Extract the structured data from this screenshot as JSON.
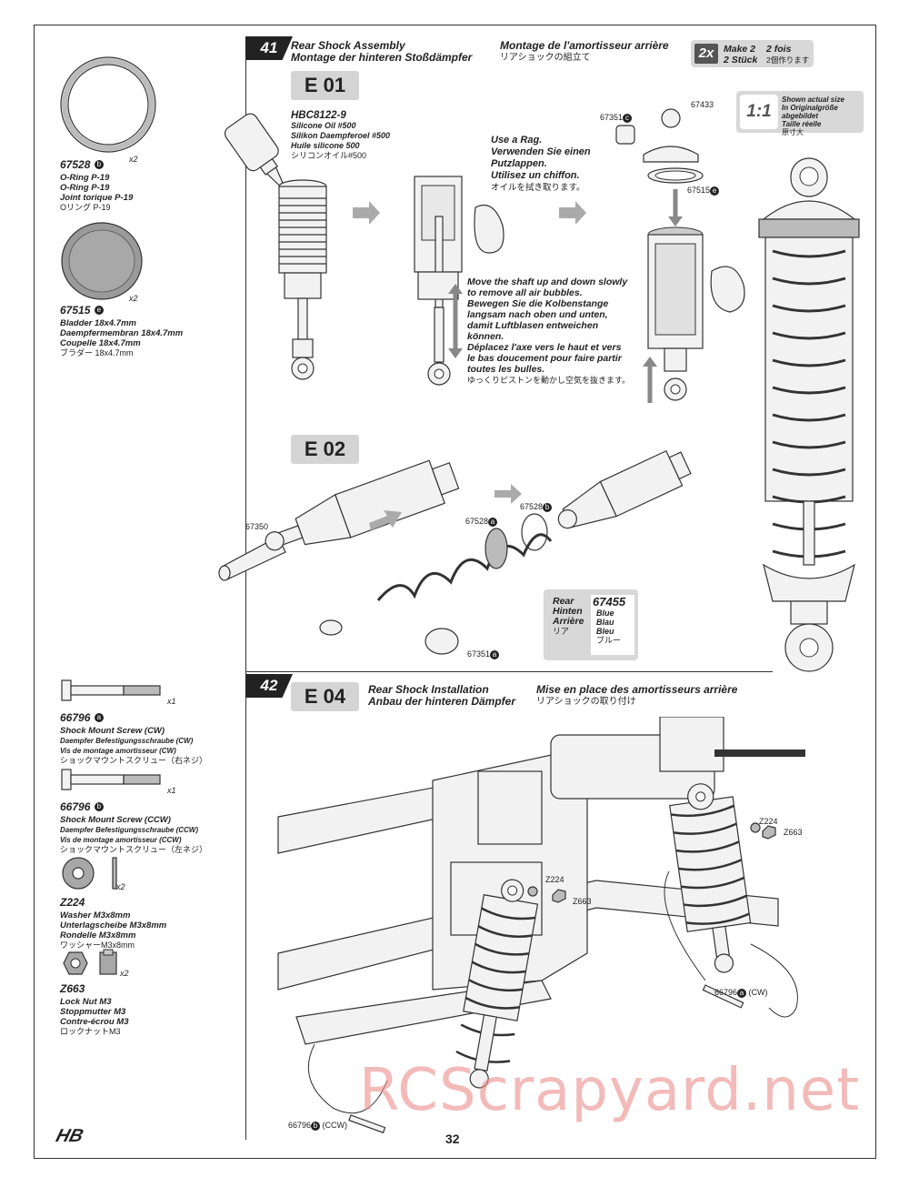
{
  "page_number": "32",
  "watermark": "RCScrapyard.net",
  "logo_text": "HB",
  "step41": {
    "number": "41",
    "title_en": "Rear Shock Assembly",
    "title_de": "Montage der hinteren Stoßdämpfer",
    "title_fr": "Montage de l'amortisseur arrière",
    "title_jp": "リアショックの組立て",
    "make_count": "2x",
    "make_en": "Make 2",
    "make_de": "2 Stück",
    "make_fr": "2 fois",
    "make_jp": "2個作ります",
    "scale_label": "1:1",
    "scale_en": "Shown actual size",
    "scale_de": "In Originalgröße abgebildet",
    "scale_fr": "Taille réelle",
    "scale_jp": "原寸大"
  },
  "e01": {
    "label": "E 01",
    "oil_part": "HBC8122-9",
    "oil_en": "Silicone Oil #500",
    "oil_de": "Silikon Daempferoel #500",
    "oil_fr": "Huile silicone 500",
    "oil_jp": "シリコンオイル#500",
    "rag_en": "Use a Rag.",
    "rag_de1": "Verwenden Sie einen",
    "rag_de2": "Putzlappen.",
    "rag_fr": "Utilisez un chiffon.",
    "rag_jp": "オイルを拭き取ります。",
    "shaft_en1": "Move the shaft up and down slowly",
    "shaft_en2": "to remove all air bubbles.",
    "shaft_de1": "Bewegen Sie die Kolbenstange",
    "shaft_de2": "langsam nach oben und unten,",
    "shaft_de3": "damit Luftblasen entweichen",
    "shaft_de4": "können.",
    "shaft_fr1": "Déplacez l'axe vers le haut et vers",
    "shaft_fr2": "le bas doucement pour faire partir",
    "shaft_fr3": "toutes les bulles.",
    "shaft_jp": "ゆっくりピストンを動かし空気を抜きます。",
    "label_67351": "67351",
    "badge_67351": "c",
    "label_67433": "67433",
    "label_67515": "67515",
    "badge_67515": "e"
  },
  "e02": {
    "label": "E 02",
    "label_67350": "67350",
    "label_67528a": "67528",
    "badge_67528a": "a",
    "label_67528b": "67528",
    "badge_67528b": "b",
    "label_67351": "67351",
    "badge_67351": "a",
    "spring_rear_en": "Rear",
    "spring_rear_de": "Hinten",
    "spring_rear_fr": "Arrière",
    "spring_rear_jp": "リア",
    "spring_part": "67455",
    "spring_color_en": "Blue",
    "spring_color_de": "Blau",
    "spring_color_fr": "Bleu",
    "spring_color_jp": "ブルー"
  },
  "step42": {
    "number": "42",
    "label": "E 04",
    "title_en": "Rear Shock Installation",
    "title_de": "Anbau der hinteren Dämpfer",
    "title_fr": "Mise en place des amortisseurs arrière",
    "title_jp": "リアショックの取り付け",
    "z224_a": "Z224",
    "z663_a": "Z663",
    "z224_b": "Z224",
    "z663_b": "Z663",
    "screw_cw": "66796",
    "screw_cw_badge": "a",
    "screw_cw_dir": "(CW)",
    "screw_ccw": "66796",
    "screw_ccw_badge": "b",
    "screw_ccw_dir": "(CCW)"
  },
  "parts_top": [
    {
      "num": "67528",
      "badge": "b",
      "qty": "x2",
      "en": "O-Ring P-19",
      "de": "O-Ring P-19",
      "fr": "Joint torique P-19",
      "jp": "Oリング P-19"
    },
    {
      "num": "67515",
      "badge": "e",
      "qty": "x2",
      "en": "Bladder 18x4.7mm",
      "de": "Daempfermembran 18x4.7mm",
      "fr": "Coupelle 18x4.7mm",
      "jp": "ブラダー 18x4.7mm"
    }
  ],
  "parts_bottom": [
    {
      "num": "66796",
      "badge": "a",
      "qty": "x1",
      "en": "Shock Mount Screw (CW)",
      "de": "Daempfer Befestigungsschraube (CW)",
      "fr": "Vis de montage amortisseur (CW)",
      "jp": "ショックマウントスクリュー（右ネジ）"
    },
    {
      "num": "66796",
      "badge": "b",
      "qty": "x1",
      "en": "Shock Mount Screw (CCW)",
      "de": "Daempfer Befestigungsschraube (CCW)",
      "fr": "Vis de montage amortisseur (CCW)",
      "jp": "ショックマウントスクリュー（左ネジ）"
    },
    {
      "num": "Z224",
      "badge": "",
      "qty": "x2",
      "en": "Washer M3x8mm",
      "de": "Unterlagscheibe M3x8mm",
      "fr": "Rondelle M3x8mm",
      "jp": "ワッシャーM3x8mm"
    },
    {
      "num": "Z663",
      "badge": "",
      "qty": "x2",
      "en": "Lock Nut M3",
      "de": "Stoppmutter M3",
      "fr": "Contre-écrou M3",
      "jp": "ロックナットM3"
    }
  ]
}
